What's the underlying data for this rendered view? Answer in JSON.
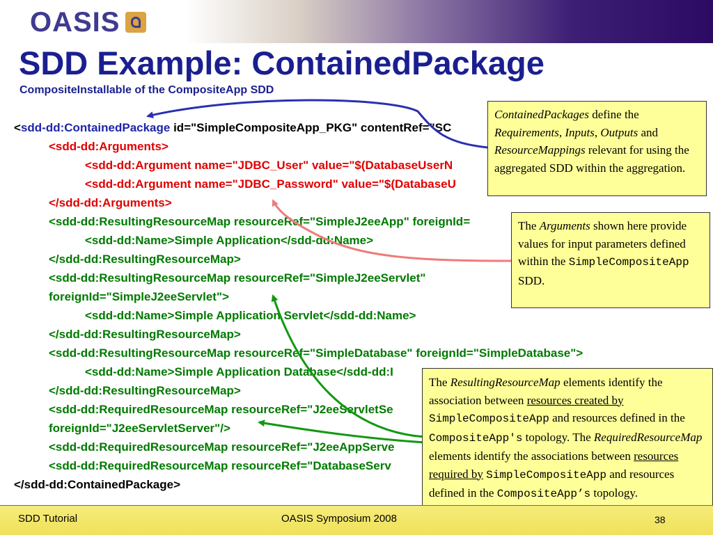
{
  "logo": {
    "text": "OASIS"
  },
  "slide": {
    "title": "SDD Example: ContainedPackage",
    "subtitle": "CompositeInstallable of the CompositeApp SDD"
  },
  "code": {
    "l1_lt": "<",
    "l1_tag": "sdd-dd:ContainedPackage",
    "l1_attrs": " id=\"SimpleCompositeApp_PKG\" contentRef=\"SC",
    "l2": "<sdd-dd:Arguments>",
    "l3": "<sdd-dd:Argument name=\"JDBC_User\" value=\"$(DatabaseUserN",
    "l4": "<sdd-dd:Argument name=\"JDBC_Password\" value=\"$(DatabaseU",
    "l5": "</sdd-dd:Arguments>",
    "l6": "<sdd-dd:ResultingResourceMap resourceRef=\"SimpleJ2eeApp\" foreignId=",
    "l7": "<sdd-dd:Name>Simple Application</sdd-dd:Name>",
    "l8": "</sdd-dd:ResultingResourceMap>",
    "l9": "<sdd-dd:ResultingResourceMap resourceRef=\"SimpleJ2eeServlet\"",
    "l10": "foreignId=\"SimpleJ2eeServlet\">",
    "l11": "<sdd-dd:Name>Simple Application Servlet</sdd-dd:Name>",
    "l12": "</sdd-dd:ResultingResourceMap>",
    "l13": "<sdd-dd:ResultingResourceMap resourceRef=\"SimpleDatabase\" foreignId=\"SimpleDatabase\">",
    "l14": "<sdd-dd:Name>Simple Application Database</sdd-dd:I",
    "l15": "</sdd-dd:ResultingResourceMap>",
    "l16": "<sdd-dd:RequiredResourceMap resourceRef=\"J2eeServletSe",
    "l17": "foreignId=\"J2eeServletServer\"/>",
    "l18": "<sdd-dd:RequiredResourceMap resourceRef=\"J2eeAppServe",
    "l19": "<sdd-dd:RequiredResourceMap resourceRef=\"DatabaseServ",
    "l20": "</sdd-dd:ContainedPackage>"
  },
  "callout1": {
    "t1": "ContainedPackages",
    "t2": " define the ",
    "t3": "Requirements",
    "t4": ", ",
    "t5": "Inputs",
    "t6": ", ",
    "t7": "Outputs",
    "t8": " and ",
    "t9": "ResourceMappings",
    "t10": " relevant for using the aggregated SDD within the aggregation."
  },
  "callout2": {
    "t1": "The ",
    "t2": "Arguments",
    "t3": " shown here provide values for input parameters defined within the ",
    "t4": "SimpleCompositeApp",
    "t5": " SDD."
  },
  "callout3": {
    "t1": "The ",
    "t2": "ResultingResourceMap",
    "t3": " elements identify the association between ",
    "t4": "resources created by",
    "t5": "SimpleCompositeApp",
    "t6": " and resources defined in the ",
    "t7": "CompositeApp's",
    "t8": " topology. The ",
    "t9": "RequiredResourceMap",
    "t10": " elements identify the associations between ",
    "t11": "resources required by",
    "t12": "SimpleCompositeApp",
    "t13": " and resources defined in the ",
    "t14": "CompositeApp’s",
    "t15": " topology."
  },
  "footer": {
    "left": "SDD Tutorial",
    "middle": "OASIS Symposium 2008",
    "page": "38"
  },
  "colors": {
    "title": "#1a1f8f",
    "code_red": "#e00000",
    "code_green": "#007a00",
    "arrow_blue": "#2b2fb0",
    "arrow_pink": "#ef7b7b",
    "arrow_green": "#119911",
    "callout_bg": "#ffff99",
    "footer_bg": "#f0e15a"
  }
}
